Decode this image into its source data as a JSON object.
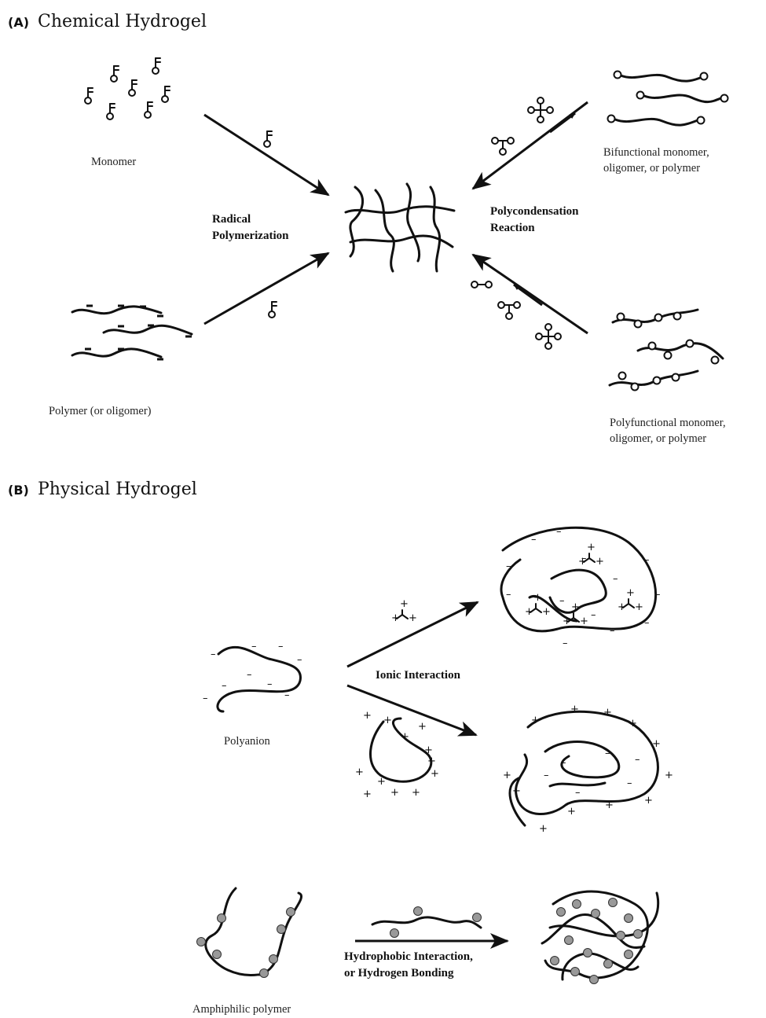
{
  "sectionA": {
    "prefix": "(A)",
    "title": "Chemical Hydrogel"
  },
  "sectionB": {
    "prefix": "(B)",
    "title": "Physical Hydrogel"
  },
  "labels": {
    "monomer": "Monomer",
    "polymer": "Polymer (or oligomer)",
    "bifunctional_line1": "Bifunctional monomer,",
    "bifunctional_line2": "oligomer, or polymer",
    "polyfunctional_line1": "Polyfunctional monomer,",
    "polyfunctional_line2": "oligomer, or polymer",
    "radical_line1": "Radical",
    "radical_line2": "Polymerization",
    "polycond_line1": "Polycondensation",
    "polycond_line2": "Reaction",
    "polyanion": "Polyanion",
    "ionic": "Ionic Interaction",
    "hydrophobic_line1": "Hydrophobic Interaction,",
    "hydrophobic_line2": "or Hydrogen Bonding",
    "amphiphilic": "Amphiphilic polymer"
  }
}
